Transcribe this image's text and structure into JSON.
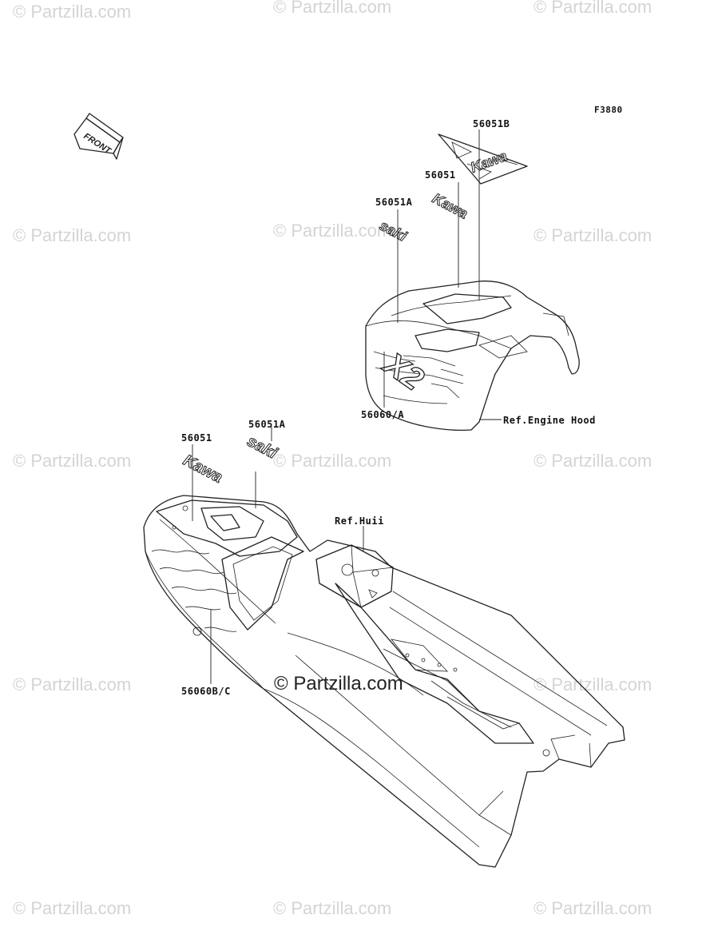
{
  "figure_code": "F3880",
  "front_label": "FRONT",
  "watermark_text": "© Partzilla.com",
  "center_watermark": "© Partzilla.com",
  "decal_texts": {
    "kawa": "Kawa",
    "saki": "saki",
    "x2": "X2"
  },
  "callouts": [
    "56051B",
    "56051",
    "56051A",
    "56060/A",
    "Ref.Engine Hood",
    "56051",
    "56051A",
    "Ref.Huii",
    "56060B/C"
  ]
}
